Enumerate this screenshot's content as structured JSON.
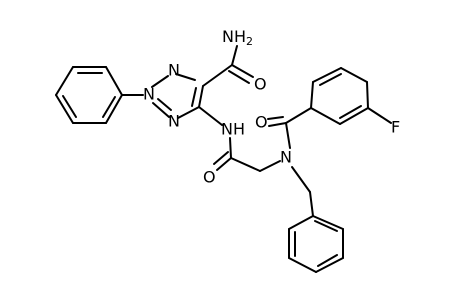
{
  "molecule": {
    "bond_color": "#000000",
    "background": "#ffffff",
    "atoms": {
      "amide_nh2": {
        "symbol": "NH",
        "subscript": "2"
      },
      "amide_o_top": "O",
      "triazole_n1": "N",
      "triazole_n2": "N",
      "triazole_n3": "N",
      "amide_nh": "NH",
      "benzoyl_o": "O",
      "acetyl_o": "O",
      "tertiary_n": "N",
      "fluorine": "F"
    }
  }
}
